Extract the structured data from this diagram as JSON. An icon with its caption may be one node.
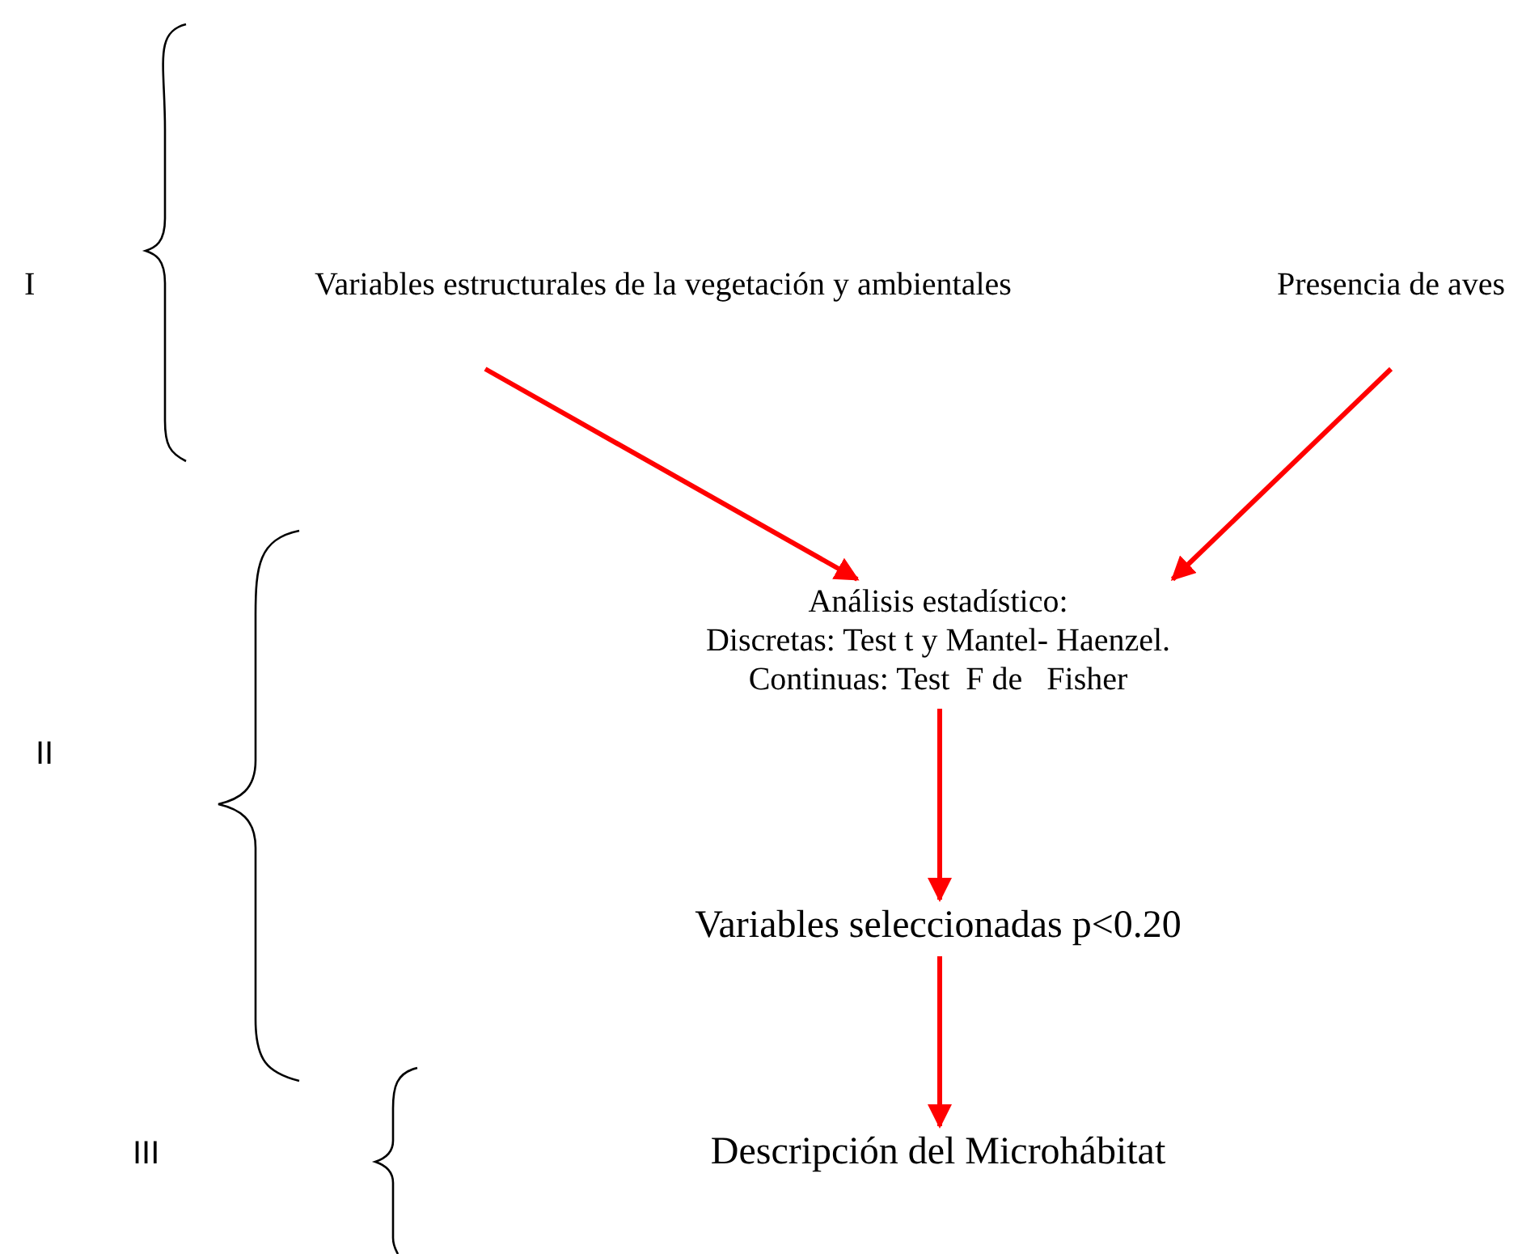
{
  "diagram": {
    "nodes": [
      {
        "text": [
          "Variables estructurales de la vegetación y ambientales"
        ]
      },
      {
        "text": [
          "Presencia de aves"
        ]
      },
      {
        "text": [
          "Análisis estadístico:",
          "Discretas: Test t y Mantel- Haenzel.",
          "Continuas: Test  F de   Fisher"
        ]
      },
      {
        "text": [
          "Variables seleccionadas p<0.20"
        ]
      },
      {
        "text": [
          "Descripción del Microhábitat"
        ]
      }
    ],
    "edges": [
      {
        "from": 0,
        "to": 2,
        "arrow": "to"
      },
      {
        "from": 1,
        "to": 2,
        "arrow": "to"
      },
      {
        "from": 2,
        "to": 3,
        "arrow": "to"
      },
      {
        "from": 3,
        "to": 4,
        "arrow": "to"
      }
    ],
    "labels": [
      "I",
      "II",
      "III"
    ]
  }
}
